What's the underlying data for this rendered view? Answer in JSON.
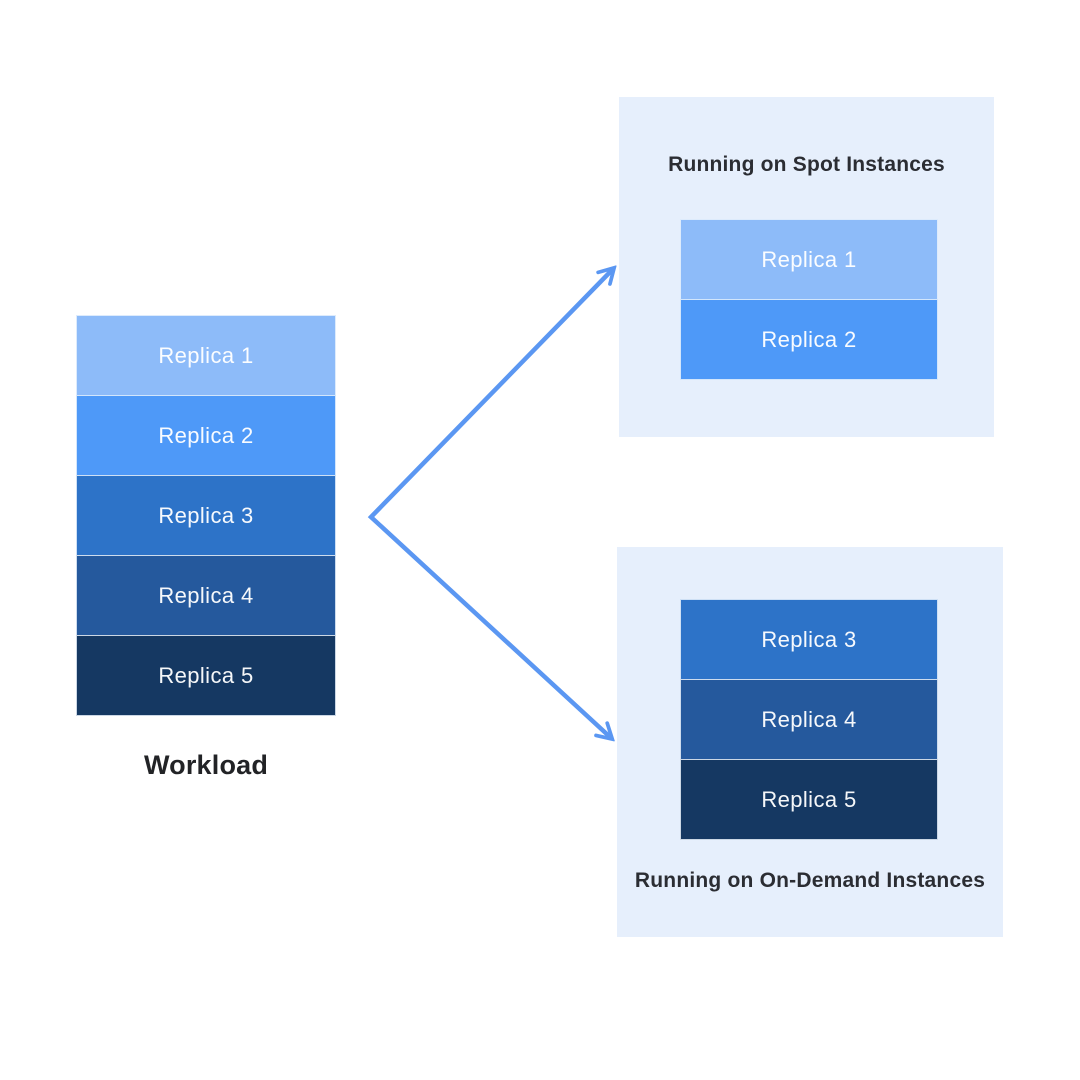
{
  "colors": {
    "canvas_bg": "#ffffff",
    "panel_bg": "#E6EFFC",
    "arrow": "#5B97F2",
    "workload_caption_text": "#222326",
    "panel_title_text": "#2b2d33",
    "replica_label_text": "#ffffff"
  },
  "workload": {
    "caption": "Workload",
    "replicas": [
      {
        "label": "Replica 1",
        "color": "#8DBBF9"
      },
      {
        "label": "Replica 2",
        "color": "#4E99F8"
      },
      {
        "label": "Replica 3",
        "color": "#2D73C8"
      },
      {
        "label": "Replica 4",
        "color": "#25599D"
      },
      {
        "label": "Replica 5",
        "color": "#153862"
      }
    ]
  },
  "spot_panel": {
    "title": "Running on Spot Instances",
    "replicas": [
      {
        "label": "Replica 1",
        "color": "#8DBBF9"
      },
      {
        "label": "Replica 2",
        "color": "#4E99F8"
      }
    ]
  },
  "ondemand_panel": {
    "title": "Running on On-Demand Instances",
    "replicas": [
      {
        "label": "Replica 3",
        "color": "#2D73C8"
      },
      {
        "label": "Replica 4",
        "color": "#25599D"
      },
      {
        "label": "Replica 5",
        "color": "#153862"
      }
    ]
  }
}
